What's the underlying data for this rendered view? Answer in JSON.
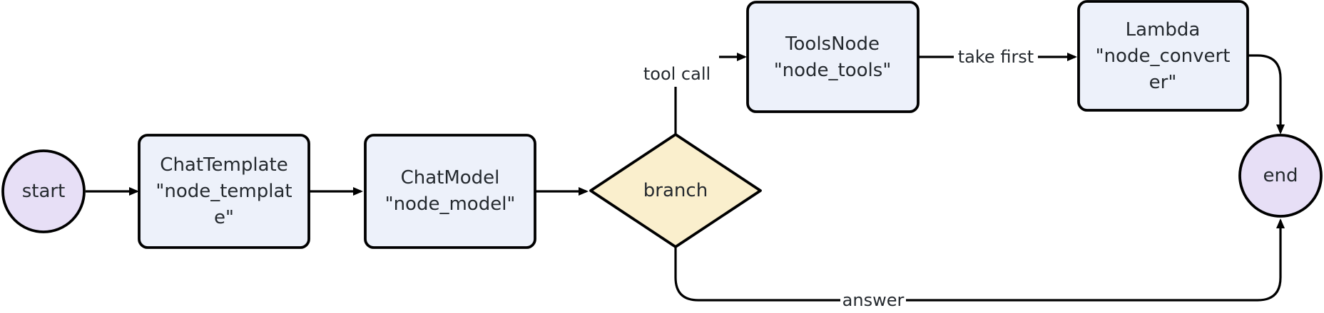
{
  "diagram": {
    "kind": "flowchart",
    "direction": "left-to-right"
  },
  "nodes": {
    "start": {
      "label": "start",
      "shape": "circle",
      "fill": "#e7dff6"
    },
    "chat_template": {
      "lines": [
        "ChatTemplate",
        "\"node_templat",
        "e\""
      ],
      "shape": "rounded-rect",
      "fill": "#edf1fa"
    },
    "chat_model": {
      "lines": [
        "ChatModel",
        "\"node_model\""
      ],
      "shape": "rounded-rect",
      "fill": "#edf1fa"
    },
    "branch": {
      "label": "branch",
      "shape": "diamond",
      "fill": "#faefcd"
    },
    "tools_node": {
      "lines": [
        "ToolsNode",
        "\"node_tools\""
      ],
      "shape": "rounded-rect",
      "fill": "#edf1fa"
    },
    "lambda": {
      "lines": [
        "Lambda",
        "\"node_convert",
        "er\""
      ],
      "shape": "rounded-rect",
      "fill": "#edf1fa"
    },
    "end": {
      "label": "end",
      "shape": "circle",
      "fill": "#e7dff6"
    }
  },
  "edge_labels": {
    "tool_call": "tool call",
    "take_first": "take first",
    "answer": "answer"
  },
  "colors": {
    "node_stroke": "#000000",
    "edge_stroke": "#000000",
    "text": "#24292e",
    "background": "#ffffff"
  }
}
